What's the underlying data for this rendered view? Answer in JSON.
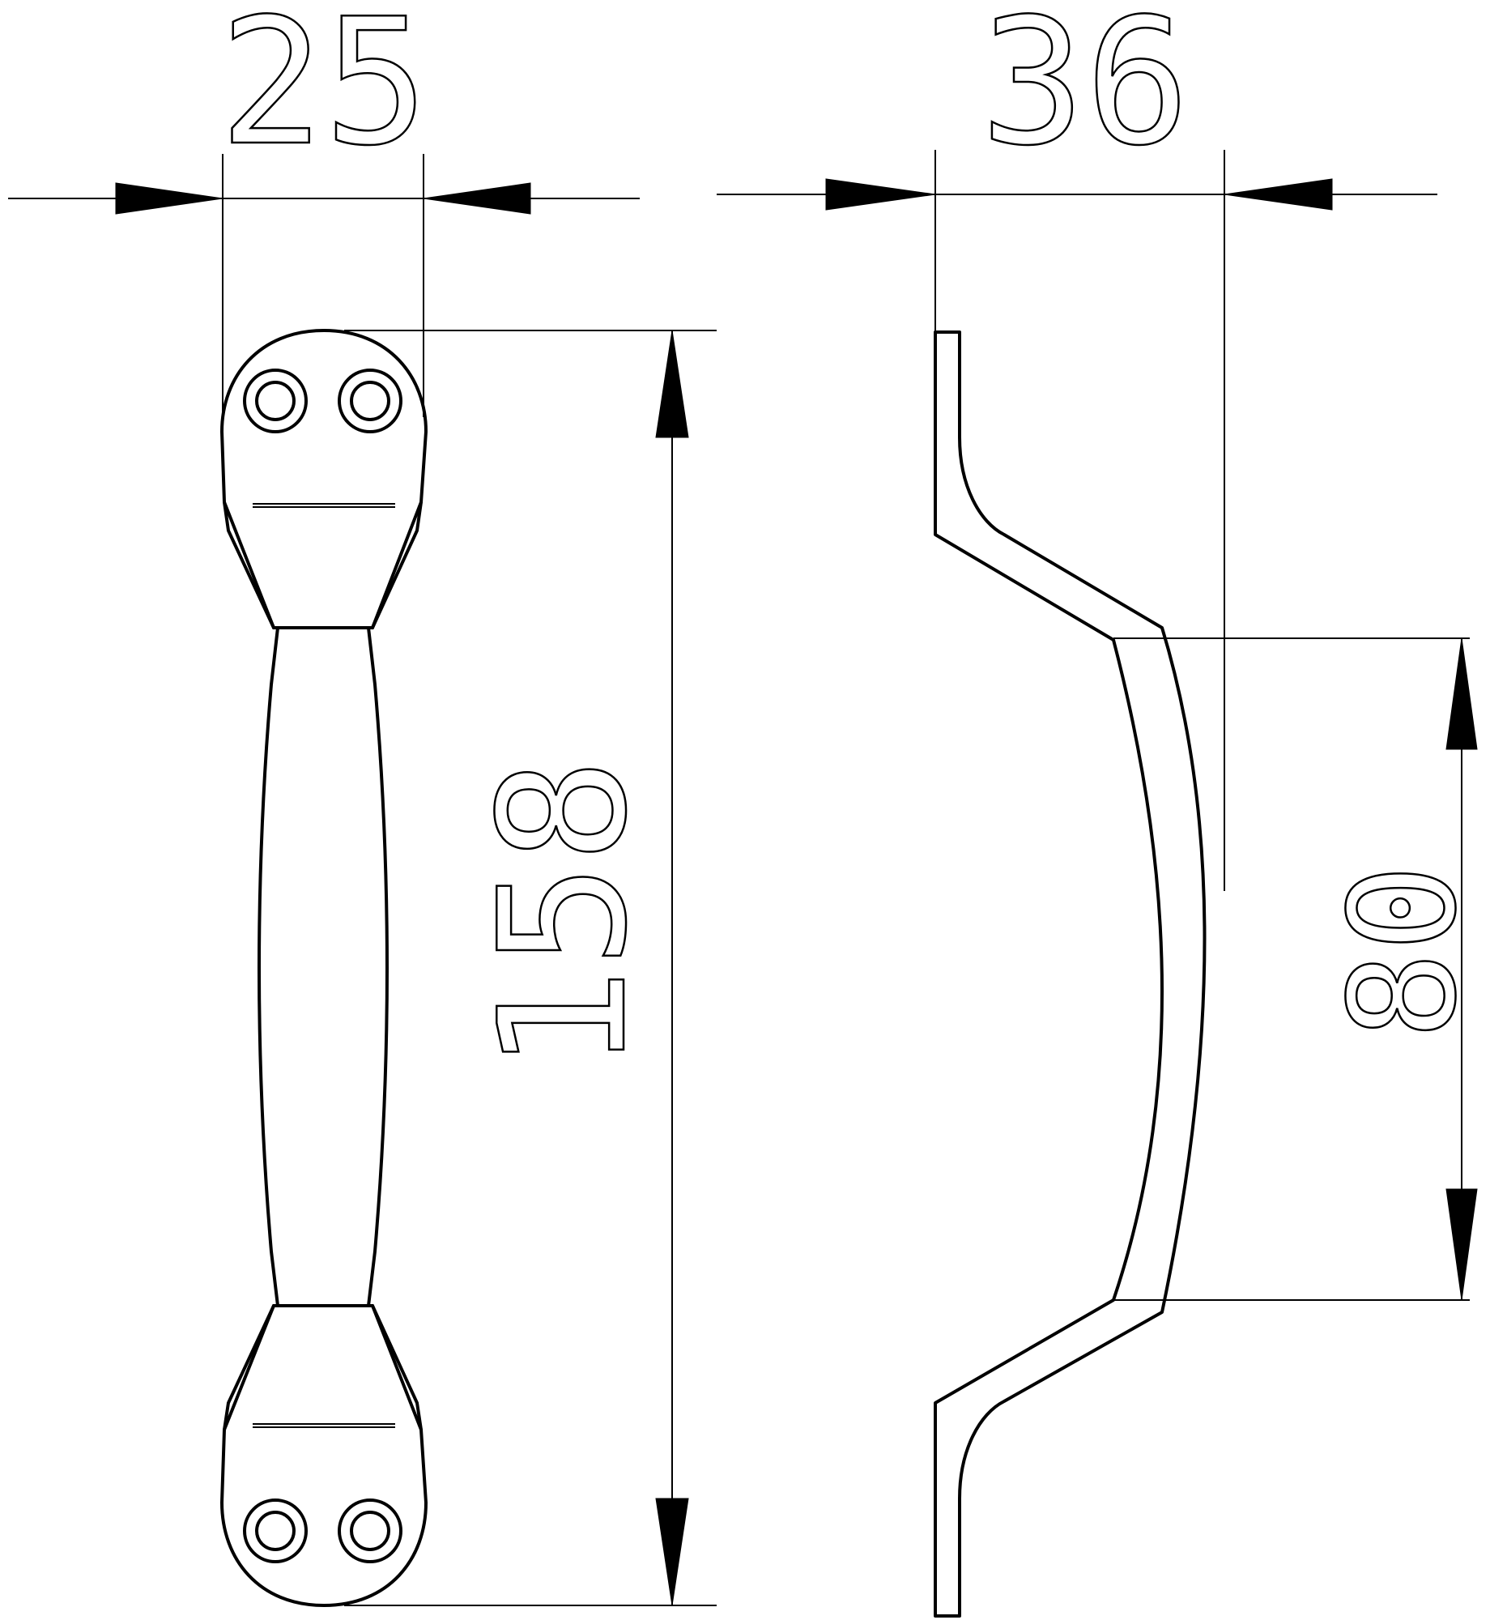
{
  "dimensions": {
    "front_width": "25",
    "side_depth": "36",
    "total_length": "158",
    "grip_span": "80"
  }
}
